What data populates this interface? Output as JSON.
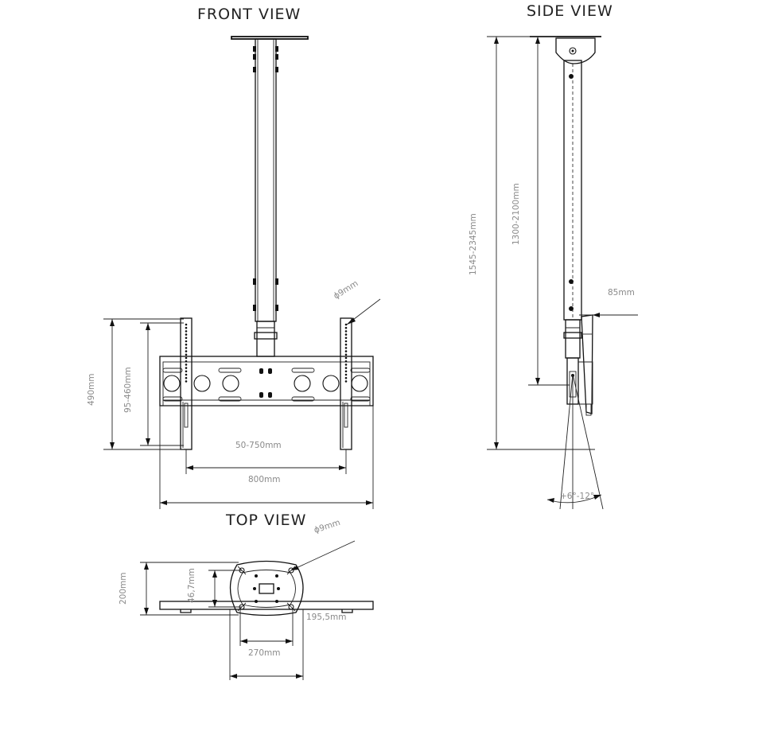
{
  "views": {
    "front": "FRONT VIEW",
    "side": "SIDE VIEW",
    "top": "TOP VIEW"
  },
  "dimensions": {
    "front_hole": "ɸ9mm",
    "front_height_total": "490mm",
    "front_height_adjust": "95-460mm",
    "front_width_adjust": "50-750mm",
    "front_width_total": "800mm",
    "side_total": "1545-2345mm",
    "side_pole": "1300-2100mm",
    "side_depth": "85mm",
    "side_tilt": "+6°-12°",
    "top_hole": "ɸ9mm",
    "top_depth": "200mm",
    "top_inner": "46,7mm",
    "top_plate_inner": "195,5mm",
    "top_plate_outer": "270mm"
  }
}
